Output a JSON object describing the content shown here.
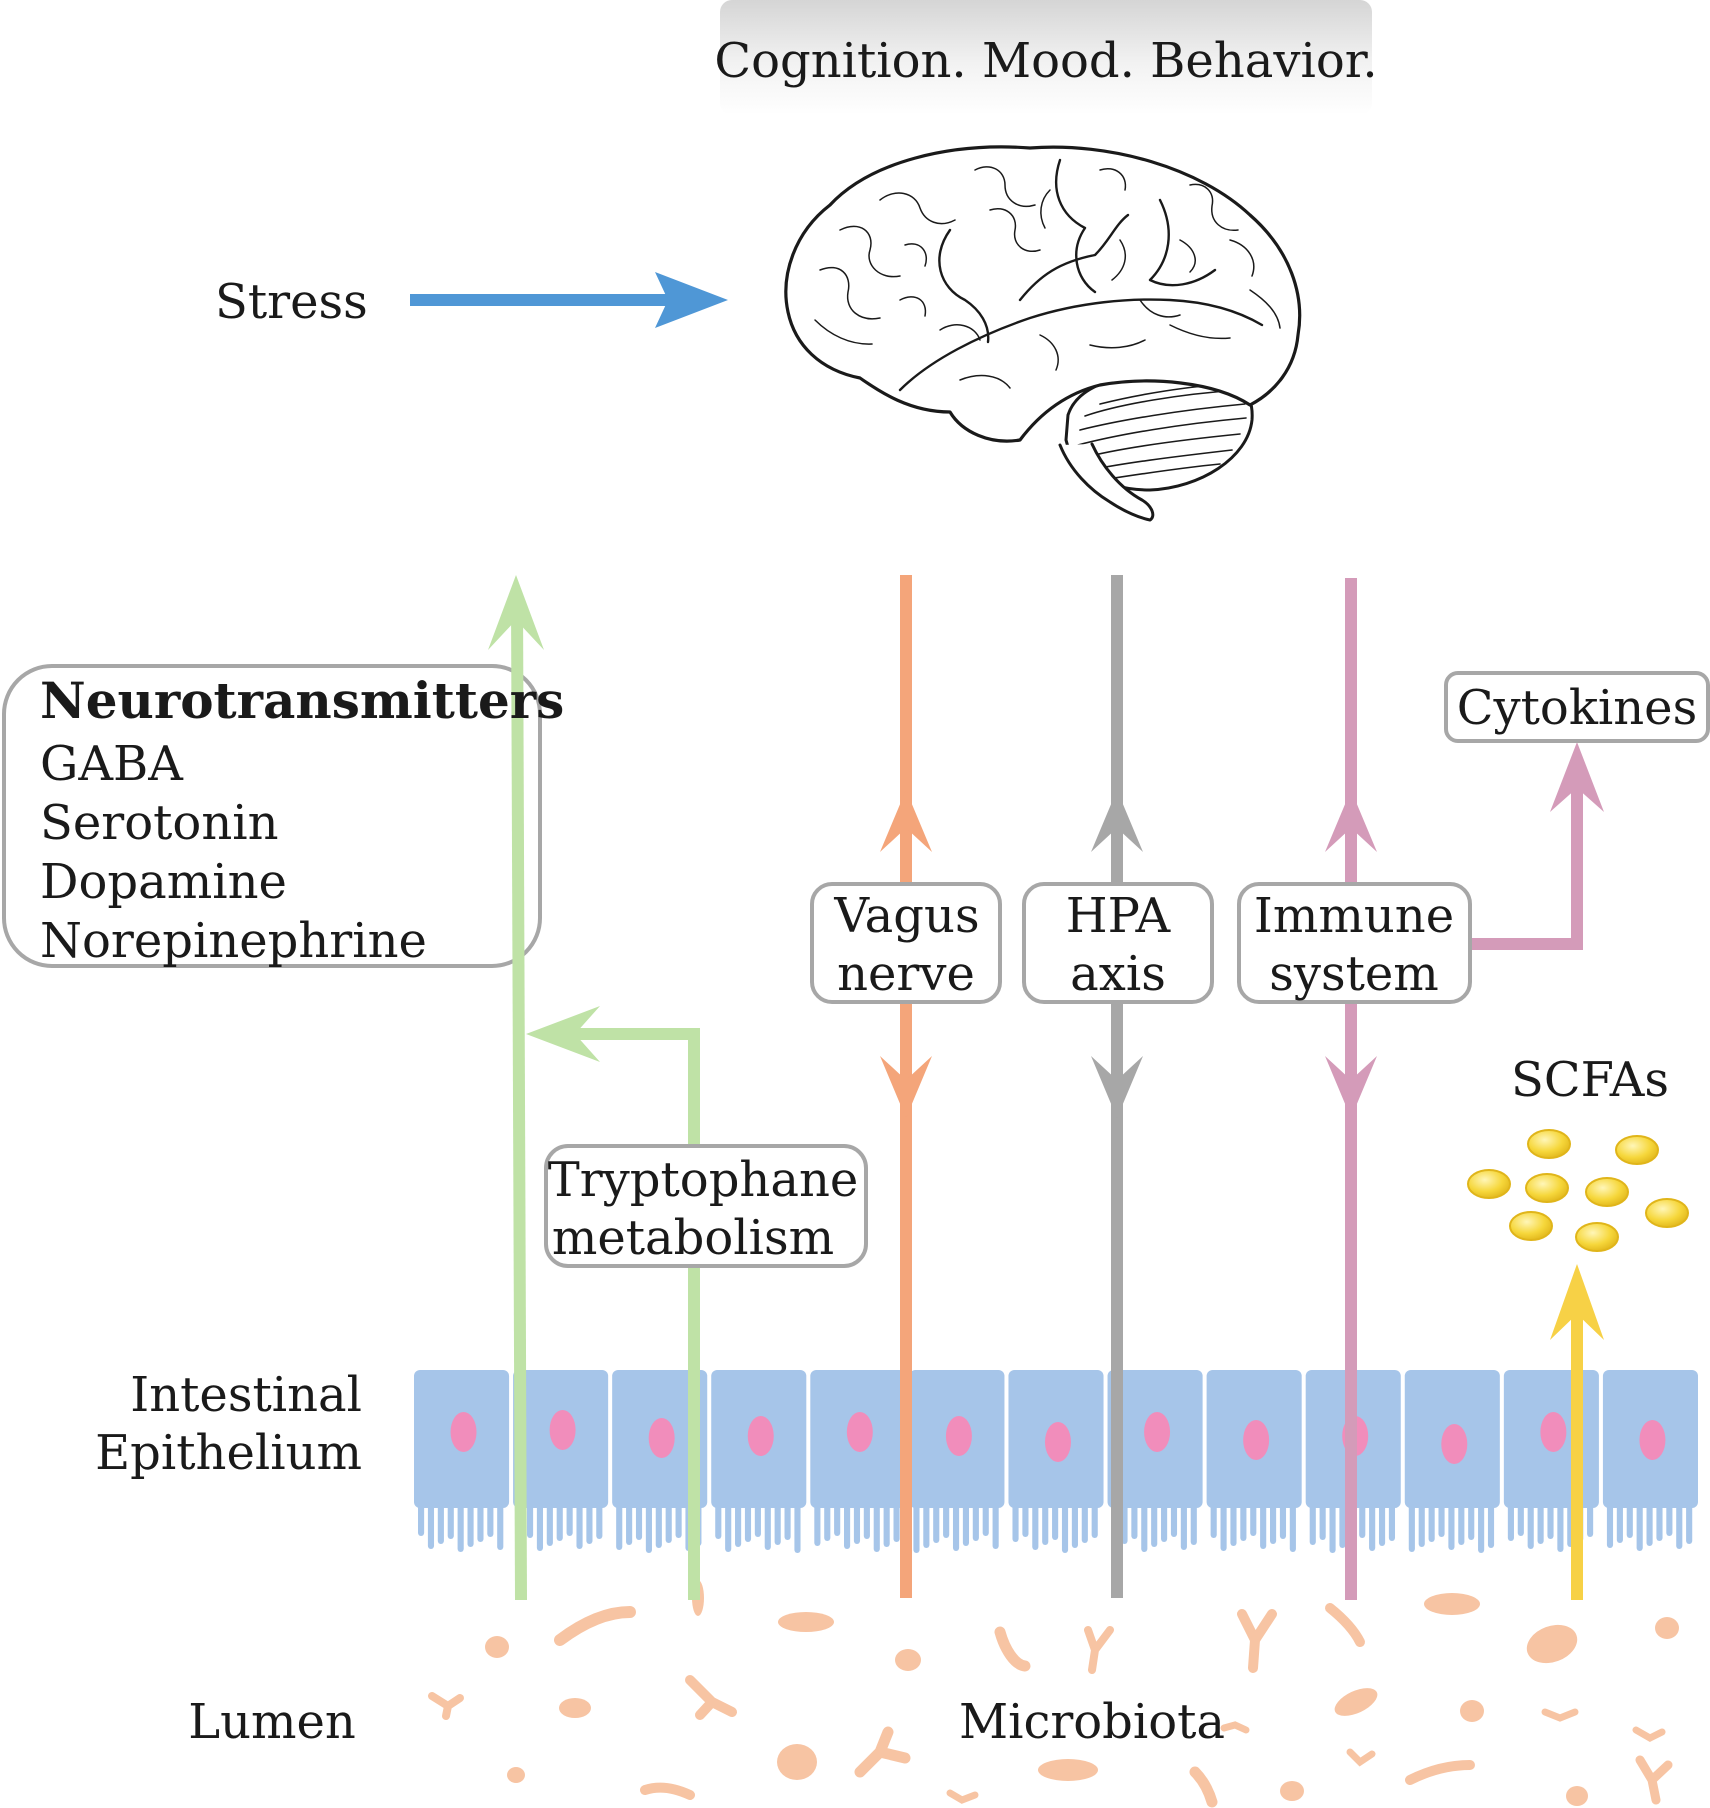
{
  "header": {
    "title": "Cognition. Mood. Behavior."
  },
  "stress": {
    "label": "Stress"
  },
  "neurotransmitters": {
    "title": "Neurotransmitters",
    "items": [
      "GABA",
      "Serotonin",
      "Dopamine",
      "Norepinephrine"
    ]
  },
  "pathways": {
    "tryptophan": [
      "Tryptophane",
      "metabolism"
    ],
    "vagus": [
      "Vagus",
      "nerve"
    ],
    "hpa": [
      "HPA",
      "axis"
    ],
    "immune": [
      "Immune",
      "system"
    ],
    "cytokines": "Cytokines",
    "scfas": "SCFAs"
  },
  "layers": {
    "epithelium": [
      "Intestinal",
      "Epithelium"
    ],
    "lumen": "Lumen",
    "microbiota": "Microbiota"
  },
  "colors": {
    "stress_arrow": "#4f97d6",
    "neuro_arrow": "#bfe2a6",
    "vagus_arrow": "#f4a57a",
    "hpa_arrow": "#a7a7a7",
    "immune_arrow": "#d49bb9",
    "scfa_arrow": "#f7d146",
    "epithelium_cell": "#a6c5e9",
    "nucleus": "#f18dbb",
    "microbe": "#f7c4a3",
    "box_border": "#a7a7a7"
  }
}
